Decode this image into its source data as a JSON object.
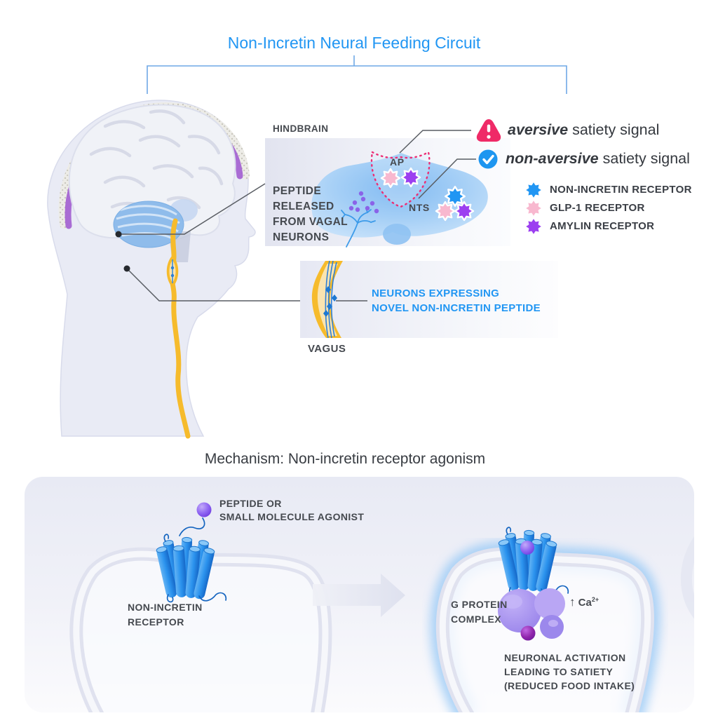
{
  "figure": {
    "top_title": "Non-Incretin Neural Feeding Circuit",
    "hindbrain": {
      "label": "HINDBRAIN",
      "peptide_lines": [
        "PEPTIDE",
        "RELEASED",
        "FROM VAGAL",
        "NEURONS"
      ],
      "ap": "AP",
      "nts": "NTS"
    },
    "signals": {
      "aversive_em": "aversive",
      "aversive_rest": " satiety signal",
      "nonaversive_em": "non-aversive",
      "nonaversive_rest": " satiety signal"
    },
    "legend": {
      "items": [
        {
          "label": "NON-INCRETIN RECEPTOR",
          "color": "#2196F3"
        },
        {
          "label": "GLP-1 RECEPTOR",
          "color": "#F8B8CF"
        },
        {
          "label": "AMYLIN RECEPTOR",
          "color": "#9C3FF0"
        }
      ]
    },
    "vagus": {
      "label": "VAGUS",
      "annotation_lines": [
        "NEURONS EXPRESSING",
        "NOVEL NON-INCRETIN PEPTIDE"
      ]
    }
  },
  "mechanism": {
    "title": "Mechanism: Non-incretin receptor agonism",
    "agonist_lines": [
      "PEPTIDE OR",
      "SMALL MOLECULE AGONIST"
    ],
    "receptor_lines": [
      "NON-INCRETIN",
      "RECEPTOR"
    ],
    "g_protein_lines": [
      "G PROTEIN",
      "COMPLEX"
    ],
    "calcium": {
      "arrow": "↑",
      "symbol": "Ca",
      "superscript": "2+"
    },
    "outcome_lines": [
      "NEURONAL ACTIVATION",
      "LEADING TO SATIETY",
      "(REDUCED FOOD INTAKE)"
    ]
  },
  "colors": {
    "title_blue": "#2196F3",
    "aversive_red": "#EF2A67",
    "check_blue": "#1E96F0",
    "non_incretin_receptor_blue": "#2196F3",
    "glp1_pink": "#F8B8CF",
    "amylin_purple": "#9C3FF0",
    "vagus_yellow": "#F6BB2C",
    "agonist_purple": "#8458F0",
    "meninges_purple": "#A565D2",
    "hindbrain_blue": "#A5CFF6"
  }
}
